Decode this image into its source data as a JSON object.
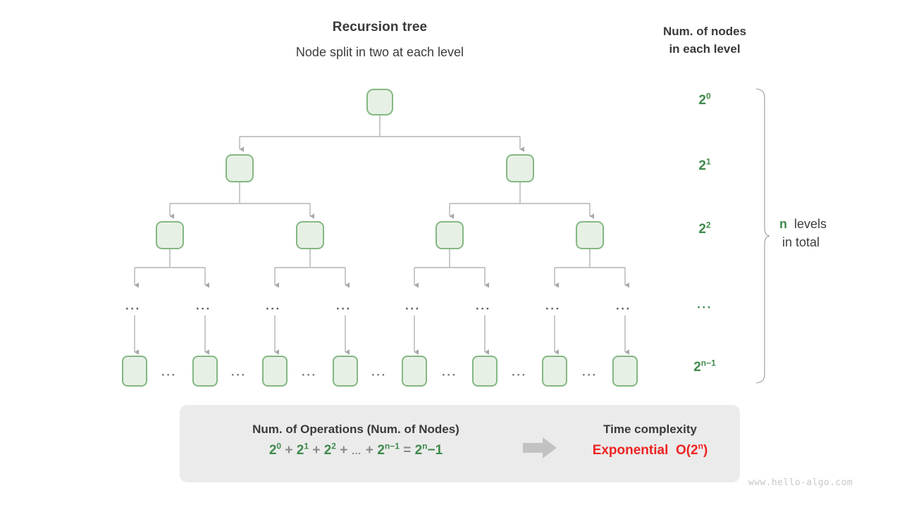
{
  "tree": {
    "title": "Recursion tree",
    "subtitle": "Node split in two at each level",
    "ellipsis": "···",
    "levels": [
      {
        "index": 0,
        "node_count_label": "2",
        "node_count_exp": "0",
        "nodes_drawn": 1
      },
      {
        "index": 1,
        "node_count_label": "2",
        "node_count_exp": "1",
        "nodes_drawn": 2
      },
      {
        "index": 2,
        "node_count_label": "2",
        "node_count_exp": "2",
        "nodes_drawn": 4
      },
      {
        "index": 3,
        "node_count_label": "···",
        "node_count_exp": "",
        "nodes_drawn": 8
      },
      {
        "index": 4,
        "node_count_label": "2",
        "node_count_exp": "n−1",
        "nodes_drawn": 8
      }
    ]
  },
  "counts_column": {
    "title_line1": "Num. of nodes",
    "title_line2": "in each level",
    "labels": [
      "2",
      "2",
      "2",
      "···",
      "2"
    ],
    "exponents": [
      "0",
      "1",
      "2",
      "",
      "n−1"
    ]
  },
  "total_brace": {
    "variable": "n",
    "text_line1": "levels",
    "text_line2": "in total"
  },
  "summary": {
    "operations_heading": "Num. of Operations (Num. of Nodes)",
    "formula": {
      "t0": "2",
      "t0e": "0",
      "op1": "+",
      "t1": "2",
      "t1e": "1",
      "op2": "+",
      "t2": "2",
      "t2e": "2",
      "op3": "+",
      "dots": "…",
      "op4": "+",
      "t3": "2",
      "t3e": "n−1",
      "eq": "=",
      "result": "2",
      "result_exp": "n",
      "result_tail": "−1"
    },
    "complexity_heading": "Time complexity",
    "complexity_name": "Exponential",
    "complexity_big_o": "O(2",
    "complexity_big_o_exp": "n",
    "complexity_big_o_tail": ")",
    "arrow_icon": "right-arrow-icon"
  },
  "watermark": "www.hello-algo.com",
  "colors": {
    "node_fill": "#e7f0e5",
    "node_border": "#83b883",
    "green_text": "#3f8a4c",
    "red_text": "#ee2322",
    "edge_gray": "#b0b0b0",
    "box_bg": "#ebebeb",
    "heading": "#3a3a3a"
  }
}
